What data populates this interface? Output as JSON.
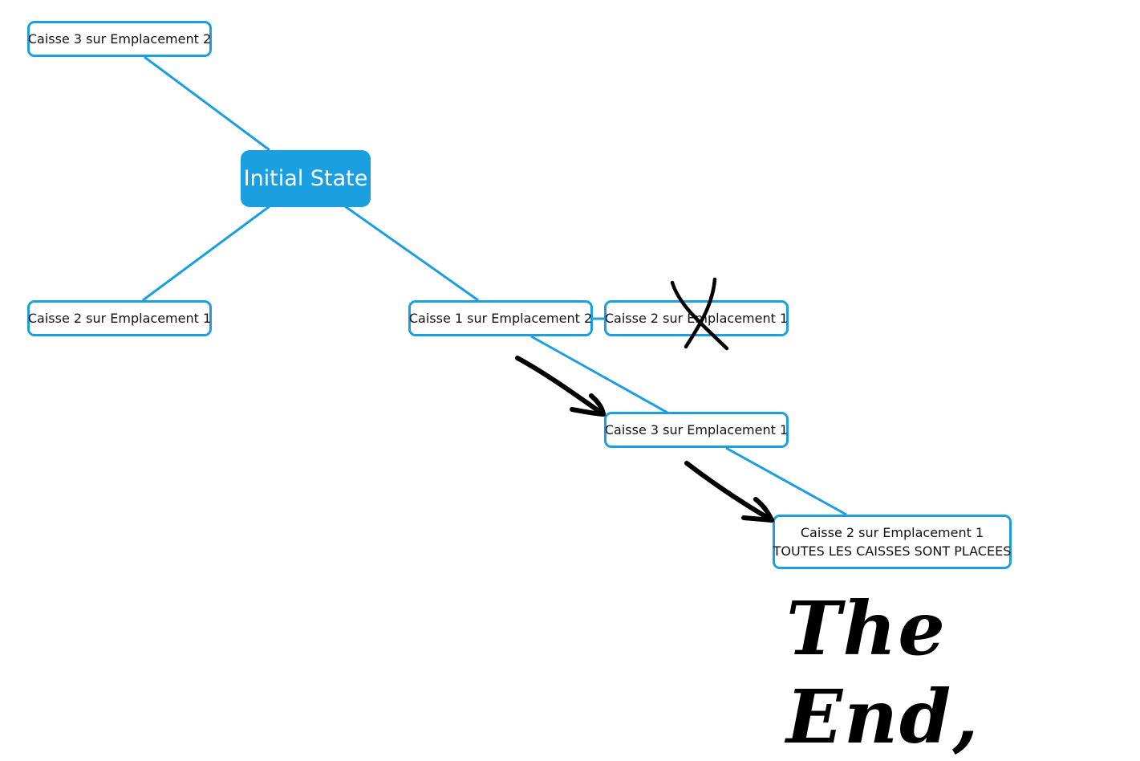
{
  "diagram": {
    "root": {
      "label": "Initial State"
    },
    "nodes": {
      "top_left": {
        "label": "Caisse 3 sur Emplacement 2"
      },
      "bottom_left": {
        "label": "Caisse 2 sur Emplacement 1"
      },
      "middle": {
        "label": "Caisse 1 sur Emplacement 2"
      },
      "crossed": {
        "label": "Caisse 2 sur Emplacement 1"
      },
      "step2": {
        "label": "Caisse 3 sur Emplacement 1"
      },
      "final": {
        "line1": "Caisse 2 sur Emplacement 1",
        "line2": "TOUTES LES CAISSES SONT PLACEES"
      }
    },
    "annotations": {
      "handwriting": "The End,"
    },
    "colors": {
      "accent": "#1b9fe0",
      "ink": "#000000"
    }
  }
}
